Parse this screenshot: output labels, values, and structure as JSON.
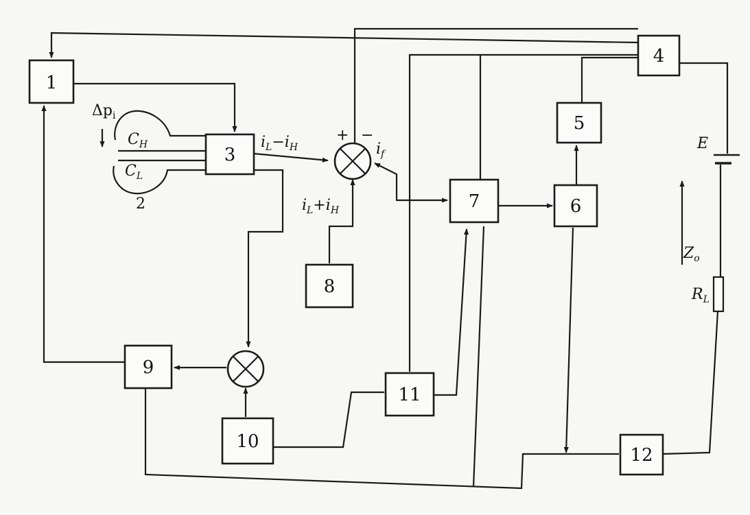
{
  "blocks": [
    {
      "id": "1",
      "label": "1"
    },
    {
      "id": "3",
      "label": "3"
    },
    {
      "id": "4",
      "label": "4"
    },
    {
      "id": "5",
      "label": "5"
    },
    {
      "id": "6",
      "label": "6"
    },
    {
      "id": "7",
      "label": "7"
    },
    {
      "id": "8",
      "label": "8"
    },
    {
      "id": "9",
      "label": "9"
    },
    {
      "id": "10",
      "label": "10"
    },
    {
      "id": "11",
      "label": "11"
    },
    {
      "id": "12",
      "label": "12"
    }
  ],
  "sensor": {
    "number": "2",
    "cap_high": "C",
    "cap_high_sub": "H",
    "cap_low": "C",
    "cap_low_sub": "L"
  },
  "pressure": {
    "symbol": "Δp",
    "sub": "i"
  },
  "signals": {
    "diff_main": "i",
    "diff_sub1": "L",
    "diff_minus": "−i",
    "diff_sub2": "H",
    "sum_main": "i",
    "sum_sub1": "L",
    "sum_plus": "+i",
    "sum_sub2": "H",
    "feedback_main": "i",
    "feedback_sub": "f",
    "plus_sign": "+",
    "minus_sign": "−"
  },
  "loop": {
    "battery": "E",
    "load_main": "R",
    "load_sub": "L",
    "impedance_main": "Z",
    "impedance_sub": "o"
  }
}
